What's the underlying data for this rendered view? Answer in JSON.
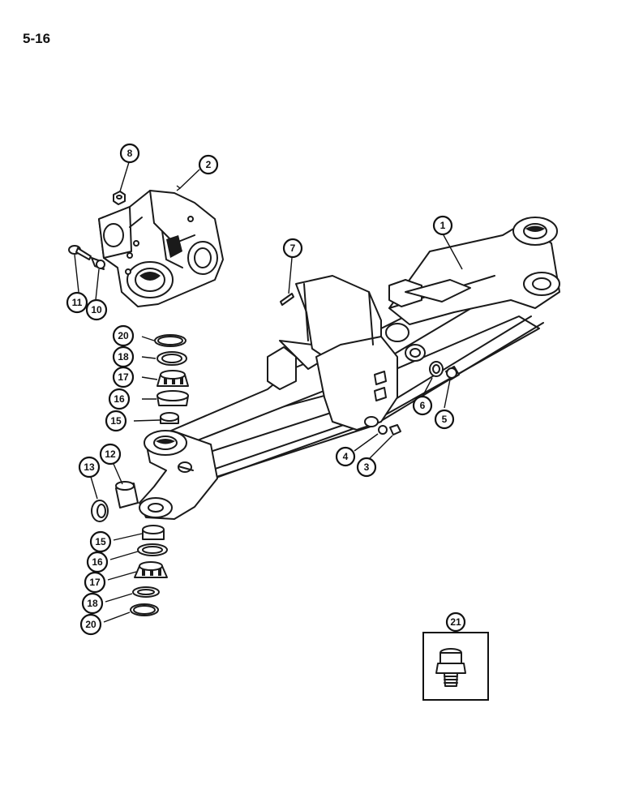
{
  "page_number": "5-16",
  "callouts": [
    {
      "label": "8"
    },
    {
      "label": "2"
    },
    {
      "label": "11"
    },
    {
      "label": "10"
    },
    {
      "label": "7"
    },
    {
      "label": "1"
    },
    {
      "label": "20"
    },
    {
      "label": "18"
    },
    {
      "label": "17"
    },
    {
      "label": "16"
    },
    {
      "label": "15"
    },
    {
      "label": "6"
    },
    {
      "label": "5"
    },
    {
      "label": "4"
    },
    {
      "label": "3"
    },
    {
      "label": "12"
    },
    {
      "label": "13"
    },
    {
      "label": "15"
    },
    {
      "label": "16"
    },
    {
      "label": "17"
    },
    {
      "label": "18"
    },
    {
      "label": "20"
    },
    {
      "label": "21"
    }
  ]
}
